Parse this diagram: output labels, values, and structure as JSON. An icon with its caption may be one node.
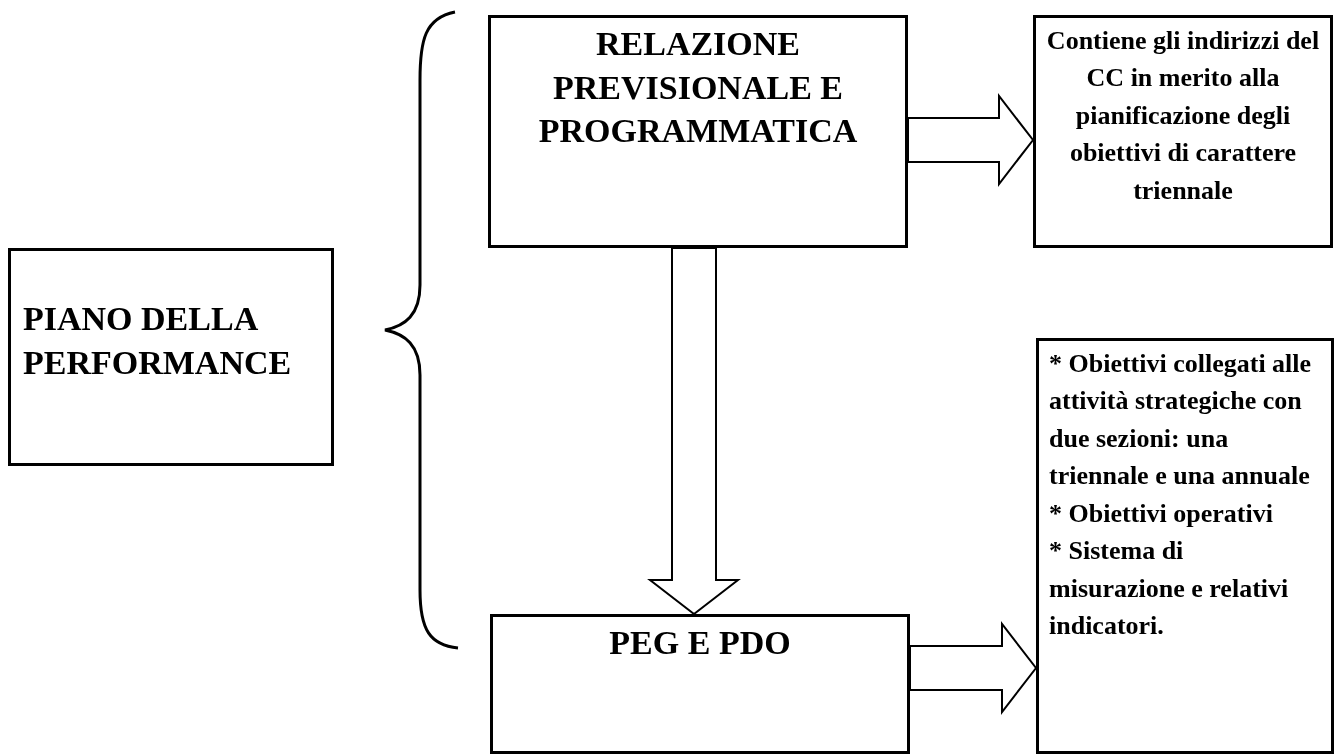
{
  "diagram": {
    "nodes": [
      {
        "text": [
          "PIANO DELLA PERFORMANCE"
        ]
      },
      {
        "text": [
          "RELAZIONE PREVISIONALE E PROGRAMMATICA"
        ]
      },
      {
        "text": [
          "Contiene gli indirizzi del CC in merito alla pianificazione degli obiettivi di carattere triennale"
        ]
      },
      {
        "text": [
          "PEG E PDO"
        ]
      },
      {
        "text": [
          "* Obiettivi collegati alle attività strategiche con due sezioni: una triennale e una annuale",
          "* Obiettivi operativi",
          "* Sistema di misurazione e relativi indicatori."
        ]
      }
    ],
    "edges": [
      {
        "from": 1,
        "to": 2,
        "arrow": "to"
      },
      {
        "from": 1,
        "to": 3,
        "arrow": "to"
      },
      {
        "from": 3,
        "to": 4,
        "arrow": "to"
      }
    ]
  }
}
